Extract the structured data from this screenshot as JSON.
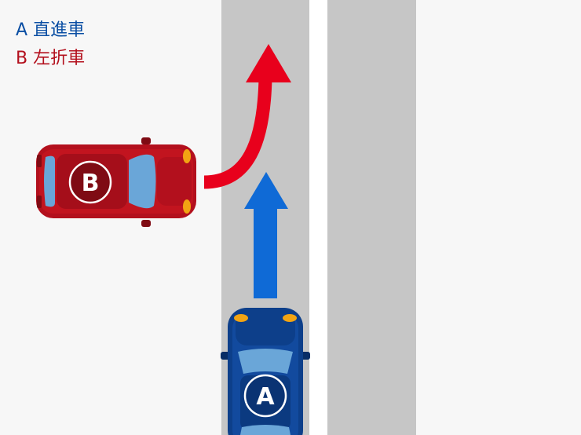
{
  "legend": {
    "a_text": "A 直進車",
    "b_text": "B 左折車"
  },
  "vehicles": {
    "a": {
      "label": "A",
      "action": "straight"
    },
    "b": {
      "label": "B",
      "action": "left-turn"
    }
  },
  "colors": {
    "background": "#f7f7f7",
    "road": "#c6c6c6",
    "lane_gap": "#ffffff",
    "car_a_body": "#0d3f8a",
    "car_a_dark": "#082d66",
    "car_a_text": "#0a4ea3",
    "car_b_body": "#b3101d",
    "car_b_dark": "#7f0b14",
    "car_b_text": "#b3101d",
    "window": "#6aa6d8",
    "headlight": "#f2a413",
    "arrow_straight": "#0f6ad6",
    "arrow_turn": "#e8001c"
  },
  "icons": {
    "straight_arrow": "arrow-up-icon",
    "turn_arrow": "turn-arrow-icon",
    "car_a": "car-topview-icon",
    "car_b": "car-topview-icon"
  }
}
